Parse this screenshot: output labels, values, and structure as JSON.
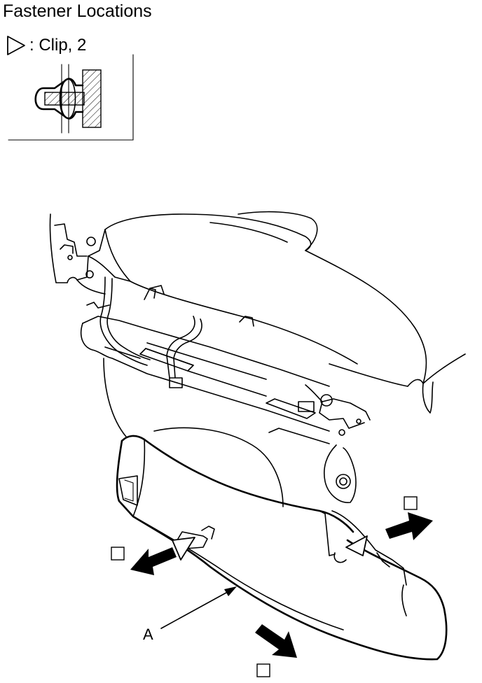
{
  "header": {
    "title": "Fastener Locations"
  },
  "legend": {
    "text": ": Clip, 2"
  },
  "callouts": {
    "part_a": "A"
  }
}
